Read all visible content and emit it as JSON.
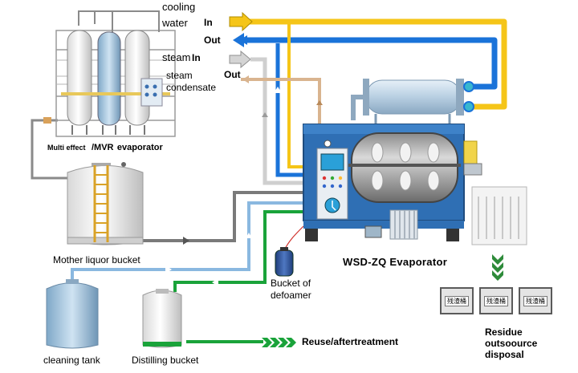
{
  "labels": {
    "cooling": "cooling",
    "water": "water",
    "cooling_in": "In",
    "cooling_out": "Out",
    "steam": "steam",
    "steam_in": "In",
    "steam_out": "Out",
    "steam_condensate_1": "steam",
    "steam_condensate_2": "condensate",
    "multi_effect": "Multi effect",
    "mvr": "/MVR",
    "evaporator": "evaporator",
    "mother_liquor": "Mother liquor bucket",
    "wsd_zq": "WSD-ZQ Evaporator",
    "defoamer_1": "Bucket of",
    "defoamer_2": "defoamer",
    "cleaning_tank": "cleaning tank",
    "distilling_bucket": "Distilling bucket",
    "reuse": "Reuse/aftertreatment",
    "residue_1": "Residue",
    "residue_2": "outsoource",
    "residue_3": "disposal",
    "bin_text": "残渣桶"
  },
  "colors": {
    "cooling_in": "#f5c518",
    "cooling_out": "#1a73d9",
    "steam_in": "#c8c8c8",
    "steam_out": "#d9b48f",
    "gray_line": "#7a7a7a",
    "blue_light": "#8ab8e0",
    "green_line": "#1aa33a",
    "evaporator_body": "#2f6fb4"
  }
}
